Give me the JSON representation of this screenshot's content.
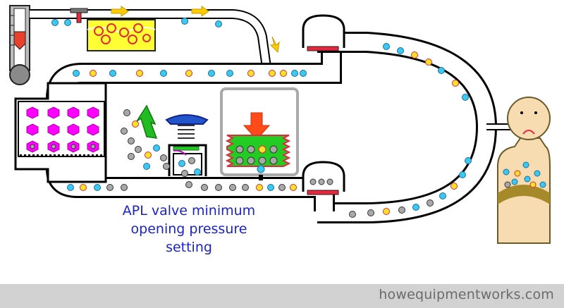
{
  "caption": {
    "line1": "APL valve minimum",
    "line2": "opening pressure",
    "line3": "setting"
  },
  "footer": {
    "site": "howequipmentworks.com"
  },
  "colors": {
    "tube": "#000000",
    "oxygen": "#3cc8ef",
    "anaesthetic": "#f7e22a",
    "co2": "#a9a9a9",
    "absorbent": "#ff00ff",
    "bag": "#22cc22",
    "spring_arrow": "#ff4a1a",
    "valve_cap": "#2255cc",
    "valve_seat": "#e8263c",
    "vent_arrow": "#22bb22",
    "flow_arrow": "#ffcc00",
    "vaporizer_liquid": "#ffff33",
    "patient_skin": "#f6dcb0",
    "patient_lung": "#a68a2a",
    "footer_bg": "#d2d2d2"
  },
  "icons": [
    "flowmeter-icon",
    "vaporizer-icon",
    "absorber-icon",
    "apl-valve-icon",
    "reservoir-bag-icon",
    "patient-icon"
  ]
}
